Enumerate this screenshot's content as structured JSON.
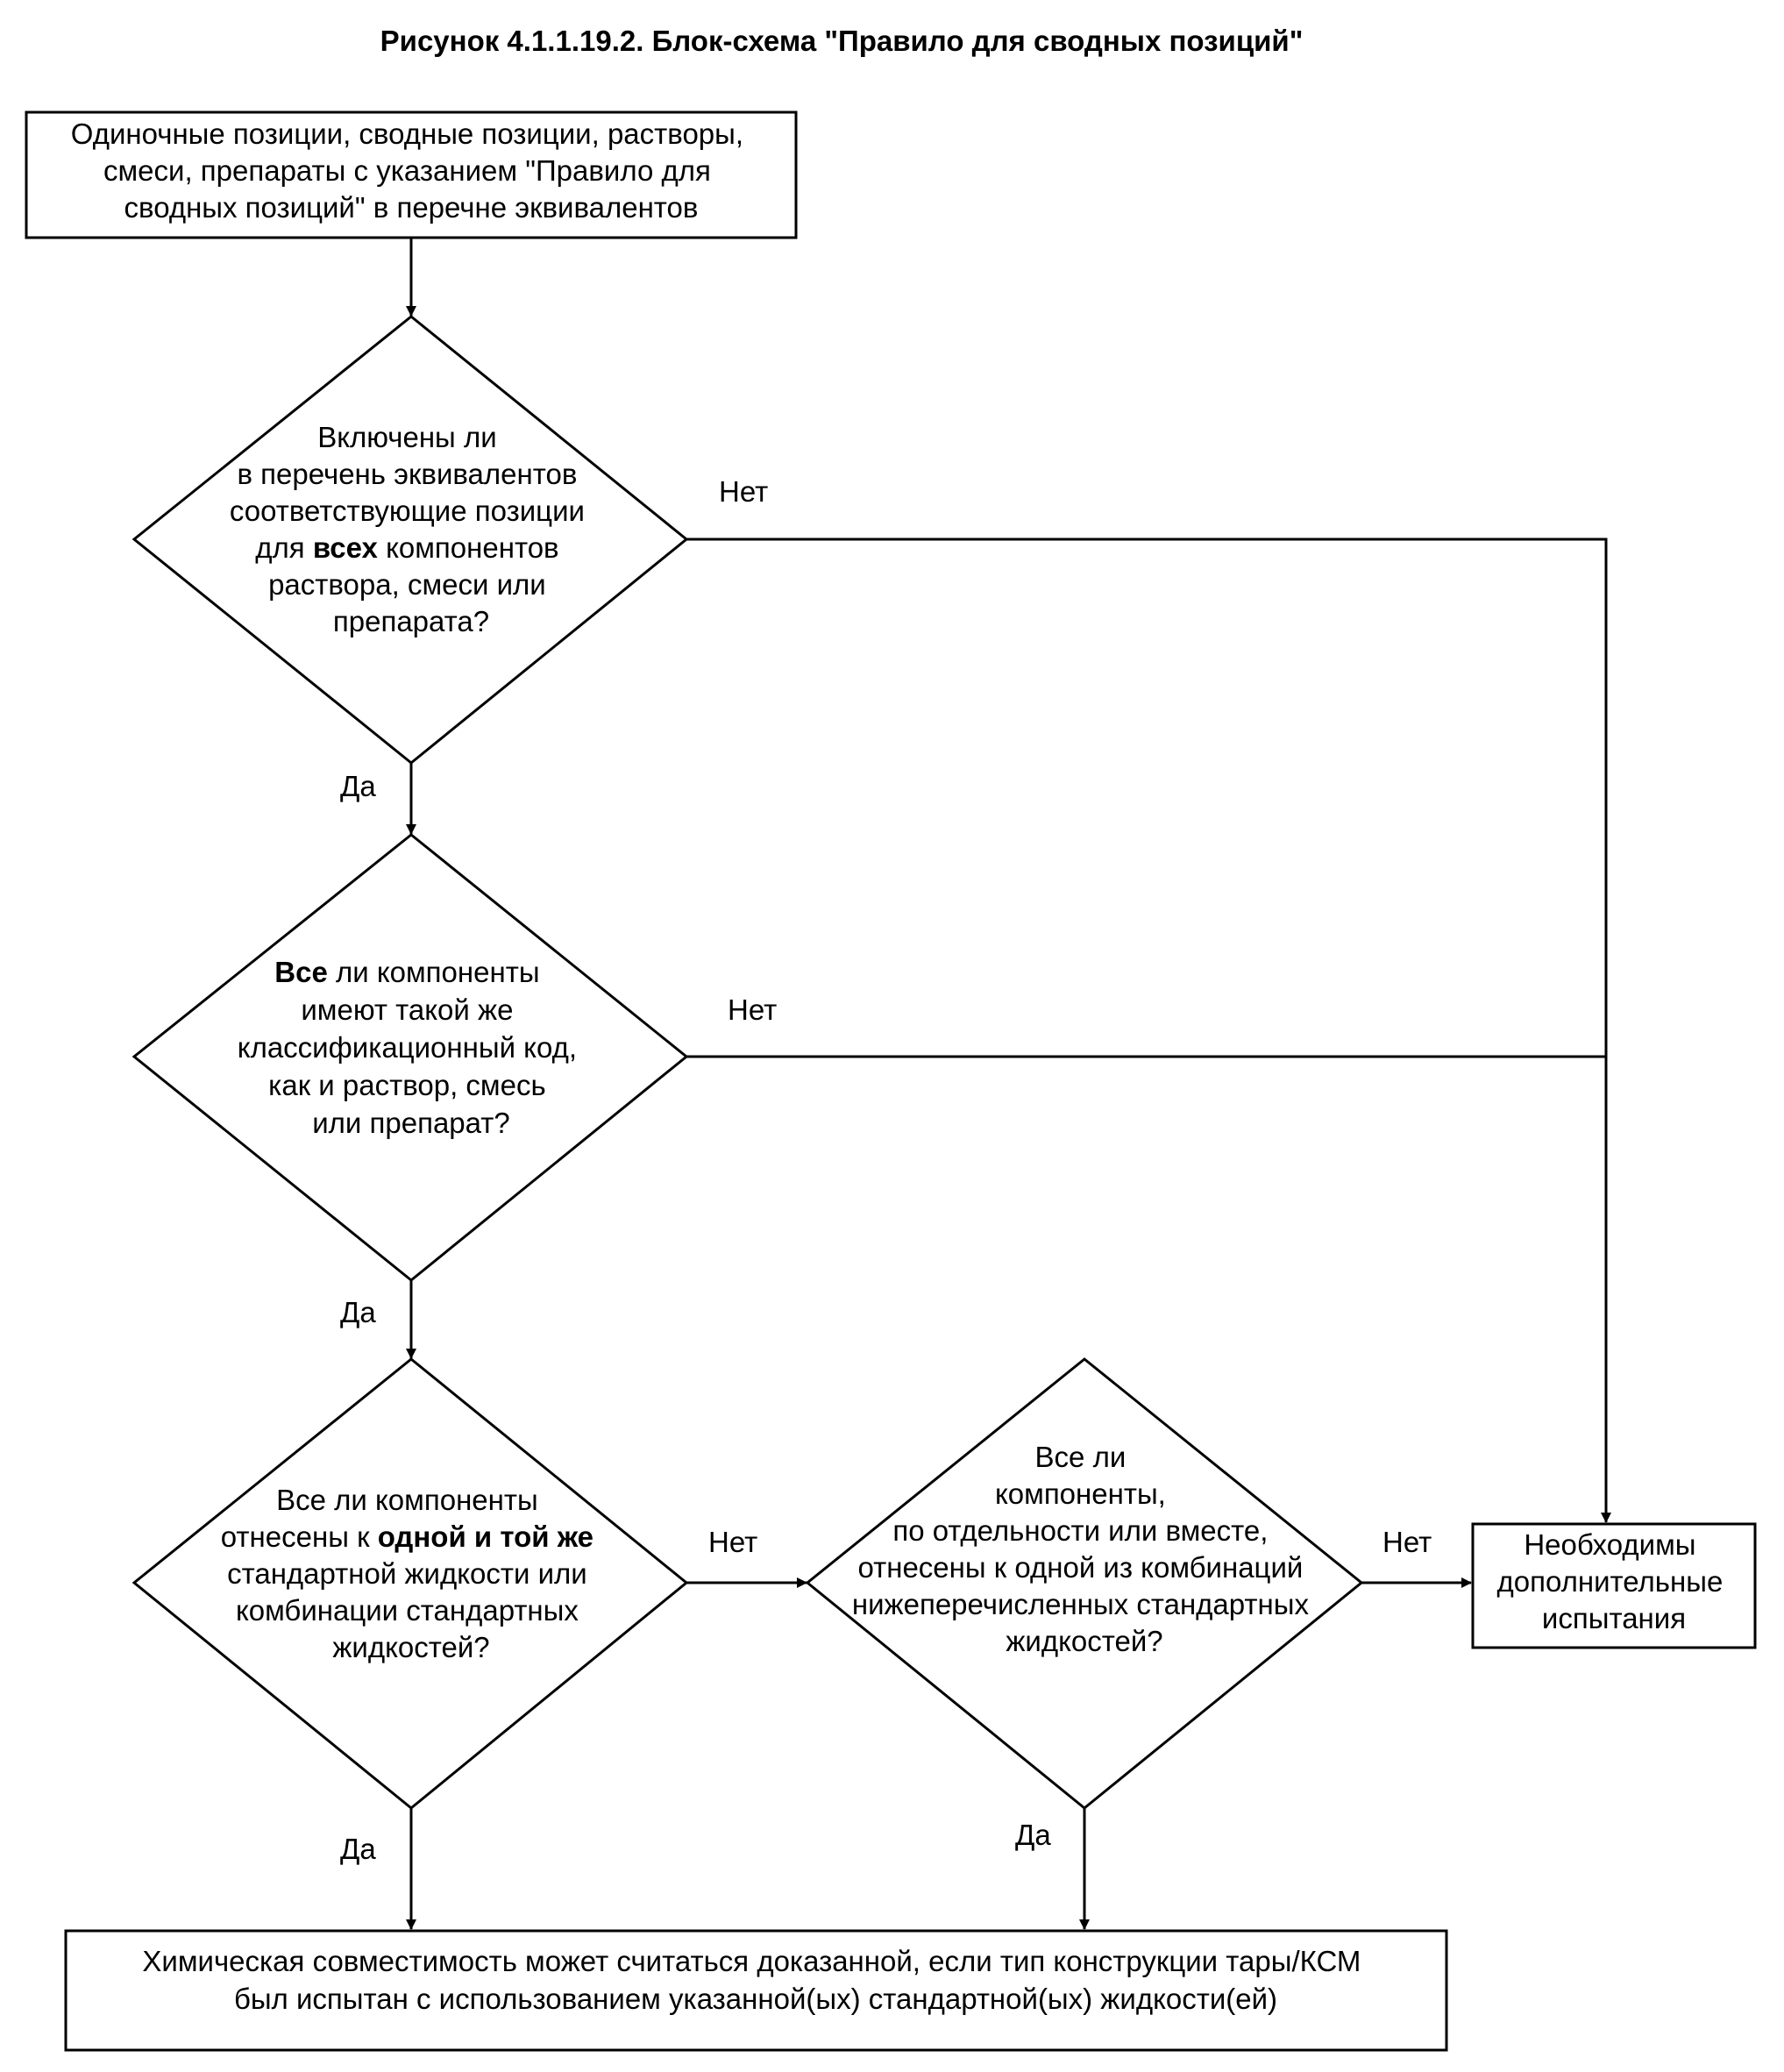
{
  "figure": {
    "title": "Рисунок 4.1.1.19.2. Блок-схема \"Правило для сводных позиций\""
  },
  "nodes": {
    "start": {
      "lines": [
        "Одиночные позиции, сводные позиции, растворы,",
        "смеси, препараты с указанием \"Правило для",
        "сводных позиций\" в перечне эквивалентов"
      ]
    },
    "q1": {
      "line1": "Включены ли",
      "line2": "в перечень эквивалентов",
      "line3": "соответствующие позиции",
      "line4_pre": "для ",
      "line4_bold": "всех",
      "line4_post": " компонентов",
      "line5": "раствора, смеси или",
      "line6": "препарата?"
    },
    "q2": {
      "line1_bold": "Все",
      "line1_post": " ли компоненты",
      "line2": "имеют такой же",
      "line3": "классификационный код,",
      "line4": "как и раствор, смесь",
      "line5": "или препарат?"
    },
    "q3": {
      "line1": "Все ли компоненты",
      "line2_pre": "отнесены к ",
      "line2_bold": "одной и той же",
      "line3": "стандартной жидкости или",
      "line4": "комбинации стандартных",
      "line5": "жидкостей?"
    },
    "q4": {
      "lines": [
        "Все ли",
        "компоненты,",
        "по отдельности или вместе,",
        "отнесены к одной из комбинаций",
        "нижеперечисленных стандартных",
        "жидкостей?"
      ]
    },
    "tests": {
      "lines": [
        "Необходимы",
        "дополнительные",
        "испытания"
      ]
    },
    "result": {
      "lines": [
        "Химическая совместимость может считаться доказанной, если тип конструкции тары/КСМ",
        "был испытан с использованием указанной(ых) стандартной(ых) жидкости(ей)"
      ]
    }
  },
  "edges": {
    "q1_no": "Нет",
    "q1_yes": "Да",
    "q2_no": "Нет",
    "q2_yes": "Да",
    "q3_no": "Нет",
    "q3_yes": "Да",
    "q4_no": "Нет",
    "q4_yes": "Да"
  },
  "colors": {
    "stroke": "#000000",
    "background": "#ffffff"
  }
}
